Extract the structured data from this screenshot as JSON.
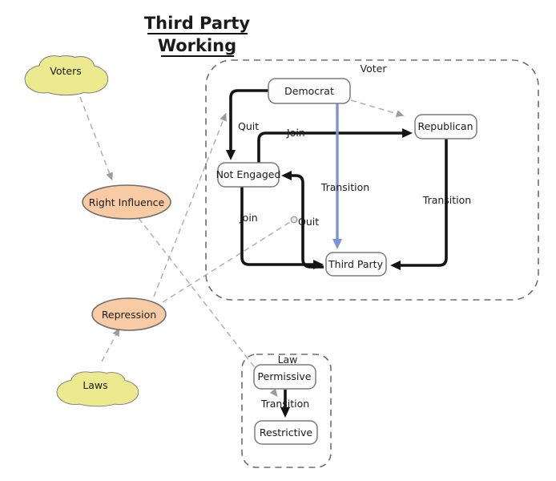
{
  "title": {
    "line1": "Third Party",
    "line2": "Working"
  },
  "concepts": {
    "voters": {
      "label": "Voters",
      "shape": "cloud"
    },
    "right_influence": {
      "label": "Right Influence",
      "shape": "ellipse"
    },
    "repression": {
      "label": "Repression",
      "shape": "ellipse"
    },
    "laws": {
      "label": "Laws",
      "shape": "cloud"
    }
  },
  "voter_machine": {
    "title": "Voter",
    "states": {
      "democrat": "Democrat",
      "republican": "Republican",
      "not_engaged": "Not Engaged",
      "third_party": "Third Party"
    },
    "transitions": [
      {
        "from": "Democrat",
        "to": "Not Engaged",
        "label": "Quit",
        "style": "thick-black"
      },
      {
        "from": "Not Engaged",
        "to": "Republican",
        "label": "Join",
        "style": "thick-black"
      },
      {
        "from": "Not Engaged",
        "to": "Third Party",
        "label": "Join",
        "style": "thick-black"
      },
      {
        "from": "Third Party",
        "to": "Not Engaged",
        "label": "Quit",
        "style": "thick-black"
      },
      {
        "from": "Democrat",
        "to": "Third Party",
        "label": "Transition",
        "style": "blue"
      },
      {
        "from": "Republican",
        "to": "Third Party",
        "label": "Transition",
        "style": "thick-black"
      },
      {
        "from": "Democrat",
        "to": "Republican",
        "label": "",
        "style": "dashed-gray"
      }
    ]
  },
  "law_machine": {
    "title": "Law",
    "states": {
      "permissive": "Permissive",
      "restrictive": "Restrictive"
    },
    "transitions": [
      {
        "from": "Permissive",
        "to": "Restrictive",
        "label": "Transition",
        "style": "thick-black"
      }
    ]
  },
  "influence_links": [
    {
      "from": "Voters",
      "to": "Right Influence",
      "style": "dashed-gray-arrow"
    },
    {
      "from": "Laws",
      "to": "Repression",
      "style": "dashed-gray-arrow"
    },
    {
      "from": "Right Influence",
      "to": "Law Permissive-Restrictive transition",
      "style": "dashed-gray-arrow"
    },
    {
      "from": "Repression",
      "to": "Quit transition (Democrat to Not Engaged)",
      "style": "dashed-gray-arrow"
    },
    {
      "from": "Repression",
      "to": "Quit transition (Third Party to Not Engaged)",
      "style": "dashed-gray-dot"
    }
  ],
  "colors": {
    "cloud_fill": "#EDE98F",
    "concept_fill": "#F9CBA4",
    "highlight_blue": "#7B94D4",
    "edge_black": "#141414",
    "dashed_gray": "#B0B0B0",
    "container_gray": "#6E6E6E"
  }
}
